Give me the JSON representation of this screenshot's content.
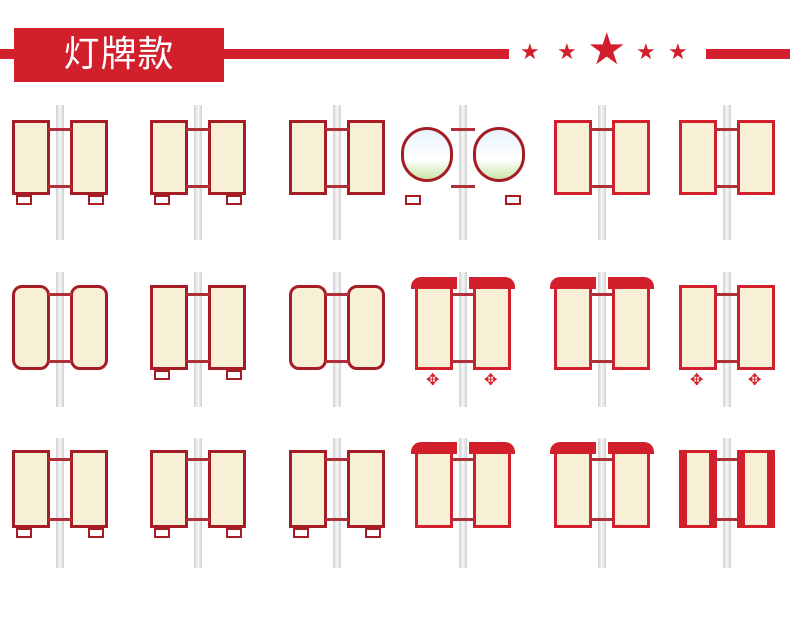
{
  "header": {
    "title": "灯牌款",
    "accent_color": "#d11f2b",
    "stars": [
      "star-icon",
      "star-icon",
      "star-icon-large",
      "star-icon",
      "star-icon"
    ]
  },
  "items": [
    {
      "style": "classic-roof"
    },
    {
      "style": "lattice-corner"
    },
    {
      "style": "scroll-top"
    },
    {
      "style": "round-lattice-printed"
    },
    {
      "style": "diagonal-frame"
    },
    {
      "style": "bracket-frame"
    },
    {
      "style": "rounded-octagon"
    },
    {
      "style": "corner-lattice"
    },
    {
      "style": "octagon"
    },
    {
      "style": "flag-knot"
    },
    {
      "style": "wing-top"
    },
    {
      "style": "chinese-knot"
    },
    {
      "style": "lattice-border"
    },
    {
      "style": "meander-top-bottom"
    },
    {
      "style": "grid-lattice"
    },
    {
      "style": "wave-flag"
    },
    {
      "style": "ribbon-top"
    },
    {
      "style": "red-side-text"
    }
  ]
}
